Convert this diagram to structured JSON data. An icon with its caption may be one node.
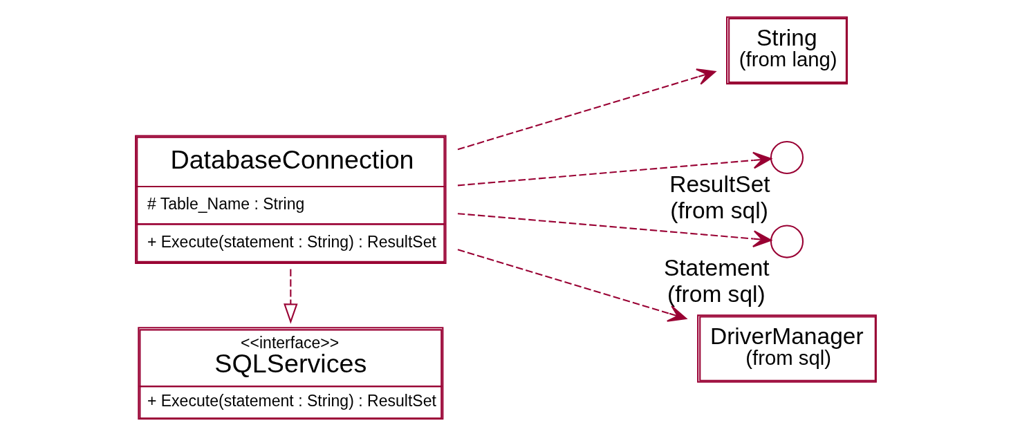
{
  "diagram": {
    "nodes": [
      {
        "text": [
          "<<interface>>",
          "SQLServices",
          "+ Execute(statement : String) : ResultSet"
        ]
      },
      {
        "text": [
          "DatabaseConnection",
          "# Table_Name : String",
          "+ Execute(statement : String) : ResultSet"
        ]
      },
      {
        "text": [
          "String",
          "(from lang)"
        ]
      },
      {
        "text": [],
        "shape": "circle",
        "beside": [
          "ResultSet",
          "(from sql)"
        ]
      },
      {
        "text": [],
        "shape": "circle",
        "beside": [
          "Statement",
          "(from sql)"
        ]
      },
      {
        "text": [
          "DriverManager",
          "(from sql)"
        ]
      }
    ],
    "edges": [
      {
        "from": 1,
        "to": 0,
        "arrow": "to",
        "style": "dashed"
      },
      {
        "from": 1,
        "to": 2,
        "arrow": "to",
        "style": "dashed"
      },
      {
        "from": 1,
        "to": 3,
        "arrow": "to",
        "style": "dashed"
      },
      {
        "from": 1,
        "to": 4,
        "arrow": "to",
        "style": "dashed"
      },
      {
        "from": 1,
        "to": 5,
        "arrow": "to",
        "style": "dashed"
      }
    ]
  }
}
